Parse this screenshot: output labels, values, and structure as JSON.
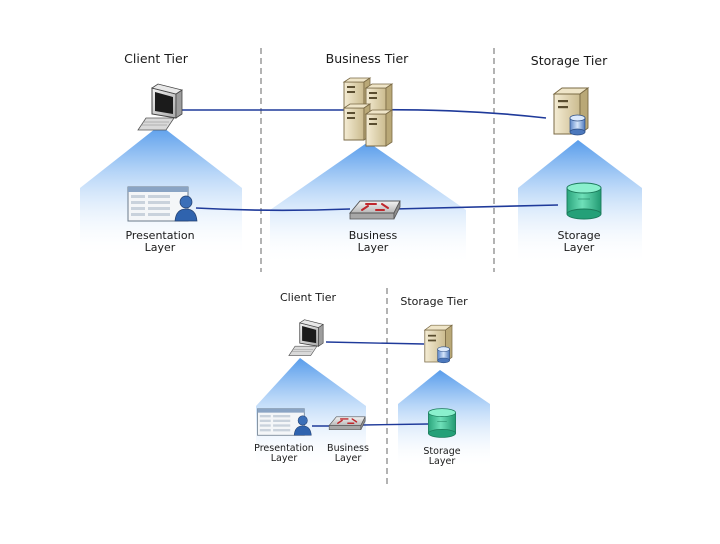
{
  "top": {
    "tiers": {
      "client": "Client Tier",
      "business": "Business Tier",
      "storage": "Storage Tier"
    },
    "layers": {
      "presentation": [
        "Presentation",
        "Layer"
      ],
      "business": [
        "Business",
        "Layer"
      ],
      "storage": [
        "Storage",
        "Layer"
      ]
    }
  },
  "bottom": {
    "tiers": {
      "client": "Client Tier",
      "storage": "Storage Tier"
    },
    "layers": {
      "presentation": [
        "Presentation",
        "Layer"
      ],
      "business": [
        "Business",
        "Layer"
      ],
      "storage": [
        "Storage",
        "Layer"
      ]
    }
  },
  "icons": {
    "workstation": "workstation-icon",
    "server_cluster": "server-cluster-icon",
    "database_server": "database-server-icon",
    "application_window": "application-window-icon",
    "switch": "network-switch-icon",
    "database": "database-cylinder-icon"
  },
  "colors": {
    "connector": "#1f3a9a",
    "divider": "#8a8a8a",
    "cone": "#5aa0ec",
    "database": "#3dc89a",
    "server": "#dccfa8"
  }
}
